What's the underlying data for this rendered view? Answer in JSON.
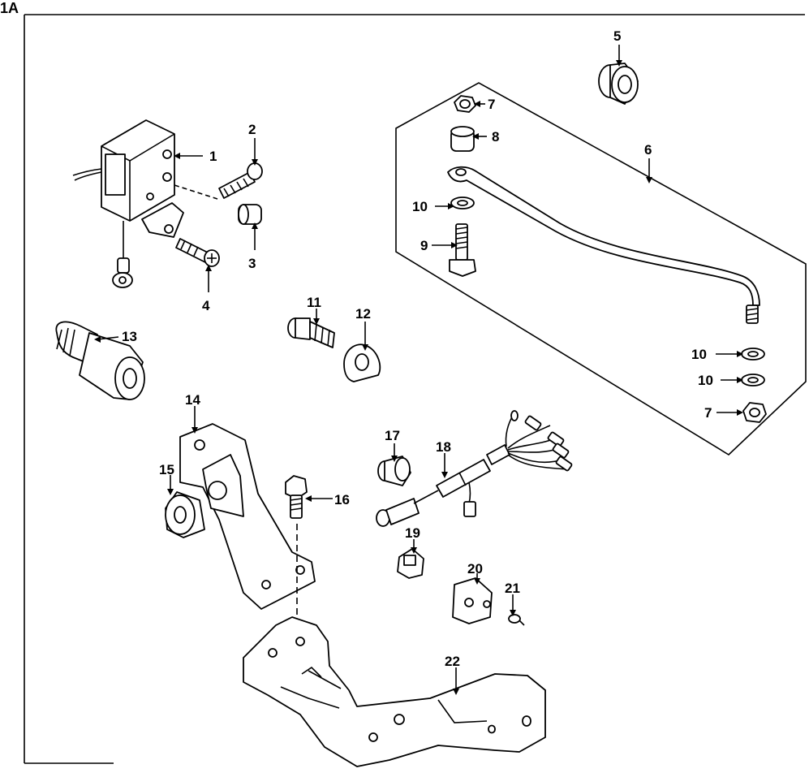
{
  "figure": {
    "label": "1A"
  },
  "callouts": [
    {
      "id": "1",
      "text": "1"
    },
    {
      "id": "2",
      "text": "2"
    },
    {
      "id": "3",
      "text": "3"
    },
    {
      "id": "4",
      "text": "4"
    },
    {
      "id": "5",
      "text": "5"
    },
    {
      "id": "6",
      "text": "6"
    },
    {
      "id": "7a",
      "text": "7"
    },
    {
      "id": "7b",
      "text": "7"
    },
    {
      "id": "8",
      "text": "8"
    },
    {
      "id": "9",
      "text": "9"
    },
    {
      "id": "10a",
      "text": "10"
    },
    {
      "id": "10b",
      "text": "10"
    },
    {
      "id": "10c",
      "text": "10"
    },
    {
      "id": "11",
      "text": "11"
    },
    {
      "id": "12",
      "text": "12"
    },
    {
      "id": "13",
      "text": "13"
    },
    {
      "id": "14",
      "text": "14"
    },
    {
      "id": "15",
      "text": "15"
    },
    {
      "id": "16",
      "text": "16"
    },
    {
      "id": "17",
      "text": "17"
    },
    {
      "id": "18",
      "text": "18"
    },
    {
      "id": "19",
      "text": "19"
    },
    {
      "id": "20",
      "text": "20"
    },
    {
      "id": "21",
      "text": "21"
    },
    {
      "id": "22",
      "text": "22"
    }
  ]
}
